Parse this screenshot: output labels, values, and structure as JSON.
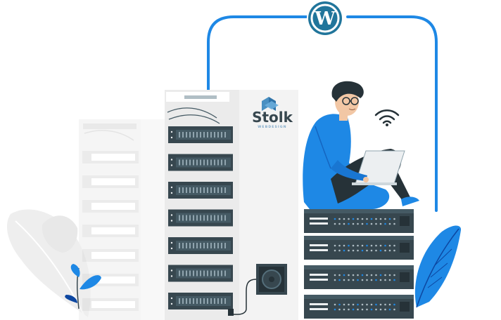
{
  "brand": {
    "name": "Stolk",
    "subtitle": "WEBDESIGN",
    "logo_icon": "stolk-logo-icon"
  },
  "integration": {
    "platform": "WordPress",
    "platform_icon": "wordpress-icon"
  },
  "connectivity": {
    "icon": "wifi-icon"
  },
  "palette": {
    "accent_blue": "#1E88E5",
    "server_dark": "#37474F",
    "server_light": "#EBEBEB",
    "leaf_light": "#EDEDED"
  }
}
